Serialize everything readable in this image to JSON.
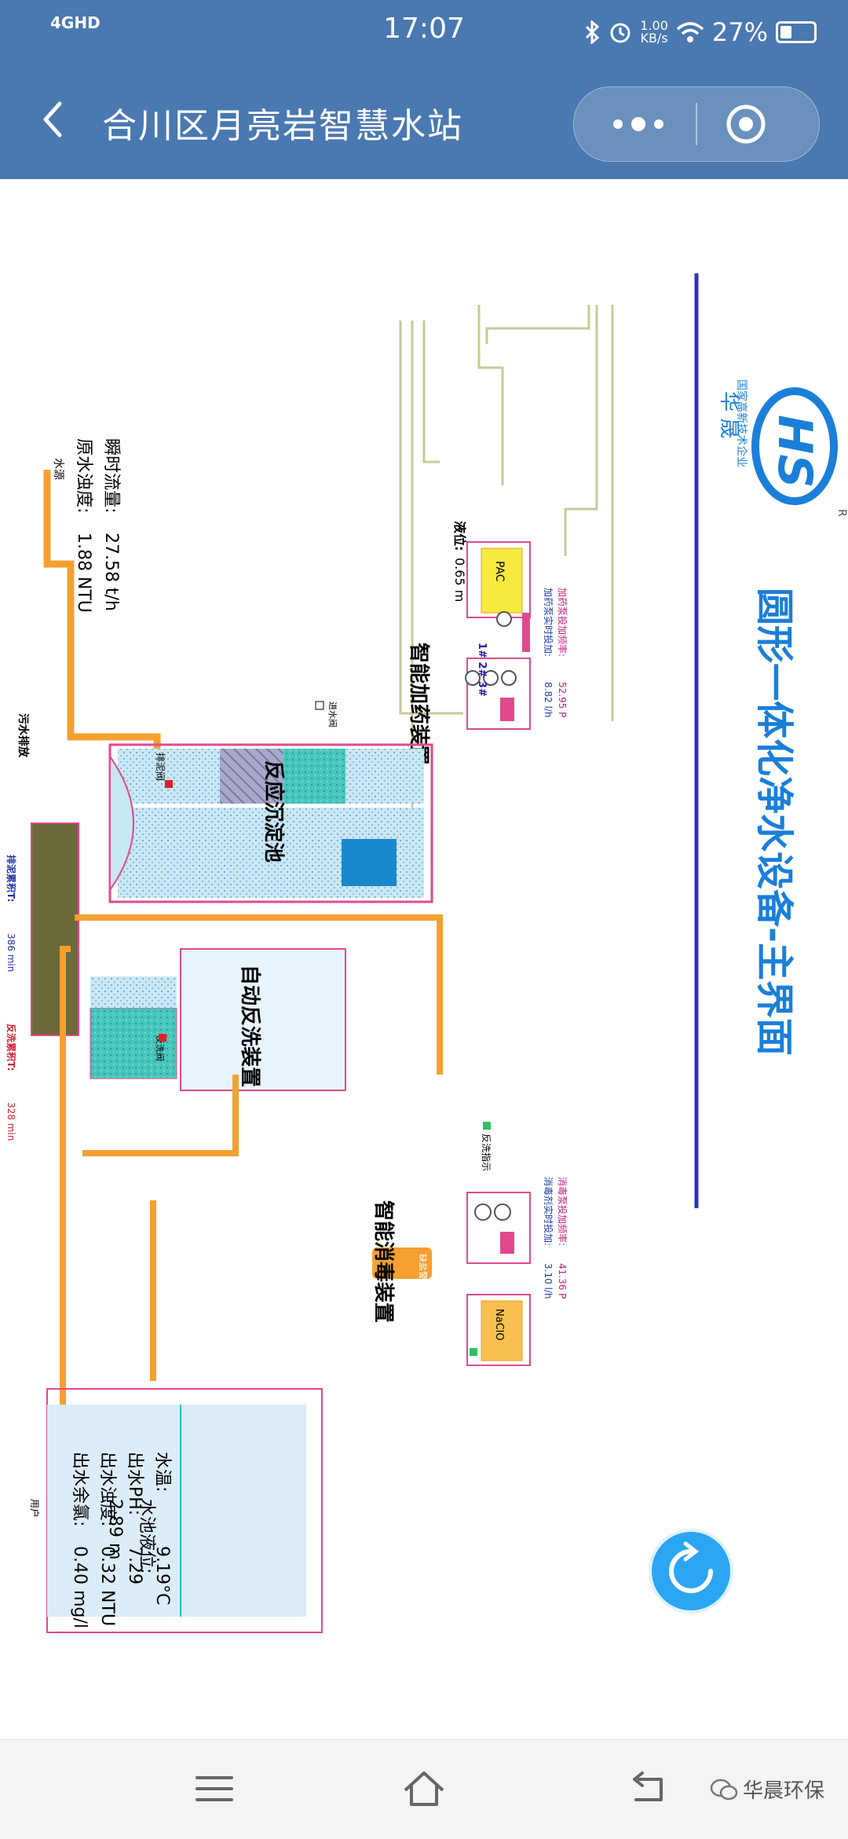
{
  "status_bar": {
    "network": "4GHD",
    "time": "17:07",
    "speed_value": "1.00",
    "speed_unit": "KB/s",
    "battery": "27%"
  },
  "header": {
    "title": "合川区月亮岩智慧水站"
  },
  "scada": {
    "page_title": "圆形一体化净水设备-主界面",
    "logo_company": "华 晟",
    "logo_tagline": "国家高新技术企业",
    "logo_registered": "R",
    "refresh_icon": "refresh-icon",
    "dosing": {
      "section_label": "智能加药装置",
      "freq_label": "加药泵投加频率:",
      "freq_value": "52.95 P",
      "rate_label": "加药泵实时投加:",
      "rate_value": "8.82 l/h",
      "level_label": "液位:",
      "level_value": "0.65 m",
      "tank_label": "PAC",
      "pump_labels": "1# 2# 3#"
    },
    "inflow": {
      "flow_label": "瞬时流量:",
      "flow_value": "27.58 t/h",
      "turbidity_label": "原水浊度:",
      "turbidity_value": "1.88 NTU",
      "source_label": "水源",
      "inlet_valve_label": "进水阀"
    },
    "sedimentation": {
      "section_label": "反应沉淀池",
      "drain_valve_label": "排泥阀"
    },
    "sludge": {
      "drain_label": "污水排放",
      "sludge_time_label": "排泥累积T:",
      "sludge_time_value": "386 min",
      "backwash_time_label": "反洗累积T:",
      "backwash_time_value": "328 min"
    },
    "backwash": {
      "section_label": "自动反洗装置",
      "valve_label": "反洗阀",
      "indicator_label": "反洗指示"
    },
    "disinfection": {
      "section_label": "智能消毒装置",
      "freq_label": "消毒泵投加频率:",
      "freq_value": "41.36 P",
      "rate_label": "消毒剂实时投加:",
      "rate_value": "3.10 l/h",
      "tank_label": "NaClO",
      "alarm_label": "缺盐警报"
    },
    "clear_tank": {
      "level_label": "水池液位:",
      "level_value": "2.89 m",
      "temp_label": "水温:",
      "temp_value": "9.19°C",
      "ph_label": "出水PH:",
      "ph_value": "7.29",
      "turbidity_label": "出水浊度:",
      "turbidity_value": "0.32 NTU",
      "chlorine_label": "出水余氯:",
      "chlorine_value": "0.40 mg/l",
      "user_label": "用户"
    }
  },
  "footer": {
    "brand": "华晨环保"
  },
  "colors": {
    "header_blue": "#4a78b0",
    "pipe_orange": "#f5a030",
    "frame_pink": "#e04a8c",
    "title_blue": "#1a7fd8",
    "value_red": "#d02030",
    "water_blue": "#dcecf8",
    "media_teal": "#4cc8c0"
  }
}
